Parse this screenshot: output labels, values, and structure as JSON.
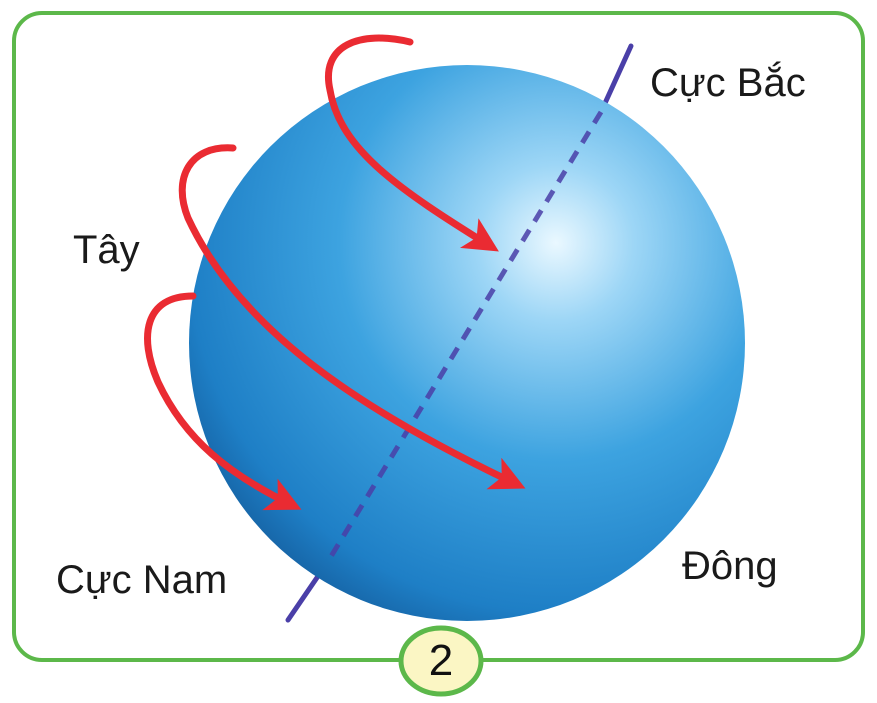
{
  "labels": {
    "north_pole": "Cực Bắc",
    "west": "Tây",
    "south_pole": "Cực Nam",
    "east": "Đông"
  },
  "badge": {
    "number": "2"
  },
  "colors": {
    "frame_border": "#5cb84a",
    "badge_fill": "#fbf6c4",
    "globe_light": "#cfeefc",
    "globe_mid": "#3da3e0",
    "globe_dark": "#1565a8",
    "axis": "#4a3fa8",
    "arrows": "#ea2b32"
  }
}
